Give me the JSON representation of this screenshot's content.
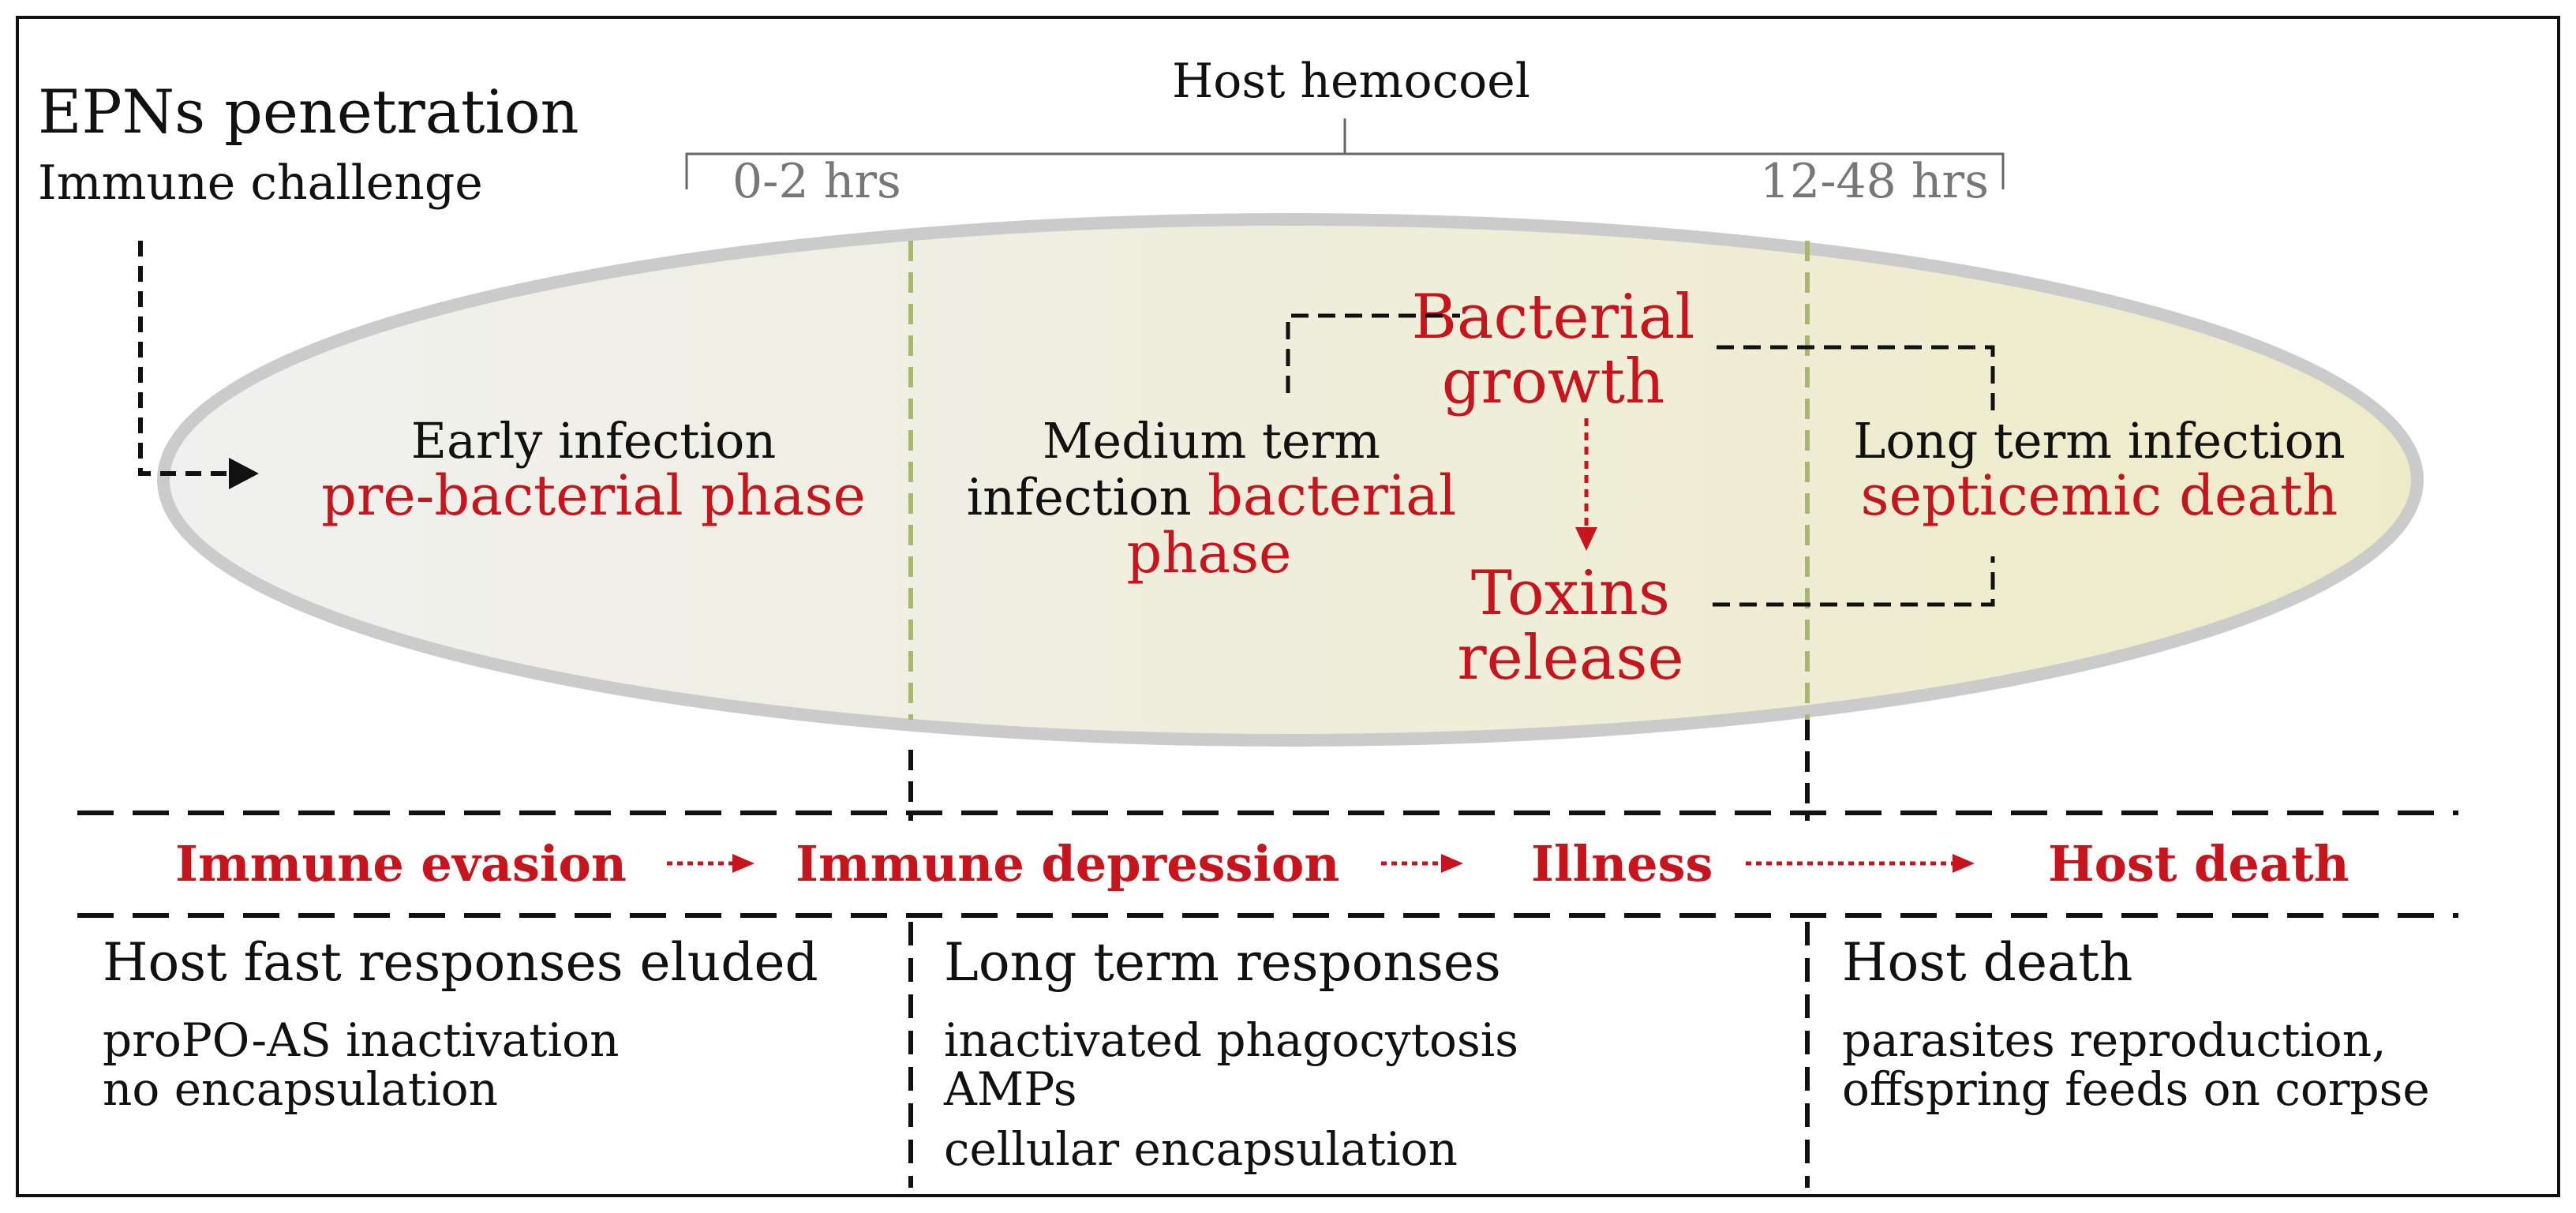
{
  "entry": {
    "title": "EPNs penetration",
    "subtitle": "Immune challenge"
  },
  "hemocoel": {
    "label": "Host hemocoel",
    "start_time": "0-2 hrs",
    "end_time": "12-48 hrs"
  },
  "phases": {
    "early": {
      "line1": "Early infection",
      "line2": "pre-bacterial phase"
    },
    "medium": {
      "line1": "Medium term",
      "line2_dark": "infection",
      "line2_red": "bacterial",
      "line3": "phase"
    },
    "long": {
      "line1": "Long term infection",
      "line2": "septicemic death"
    }
  },
  "bacteria": {
    "growth_line1": "Bacterial",
    "growth_line2": "growth",
    "toxins_line1": "Toxins",
    "toxins_line2": "release"
  },
  "stages": [
    {
      "label": "Immune evasion"
    },
    {
      "label": "Immune depression"
    },
    {
      "label": "Illness"
    },
    {
      "label": "Host death"
    }
  ],
  "responses": [
    {
      "title": "Host fast responses eluded",
      "items": [
        "proPO-AS inactivation",
        "no encapsulation"
      ]
    },
    {
      "title": "Long term responses",
      "items": [
        "inactivated phagocytosis",
        "AMPs",
        "cellular encapsulation"
      ]
    },
    {
      "title": "Host death",
      "items": [
        "parasites reproduction,",
        "offspring feeds on corpse"
      ]
    }
  ],
  "colors": {
    "accent_red": "#c8141c",
    "separator_green": "#a8b870",
    "ellipse_stroke": "#cccccc",
    "ellipse_fill_left": "#efefef",
    "ellipse_fill_right": "#eeecc9",
    "time_gray": "#777777"
  }
}
